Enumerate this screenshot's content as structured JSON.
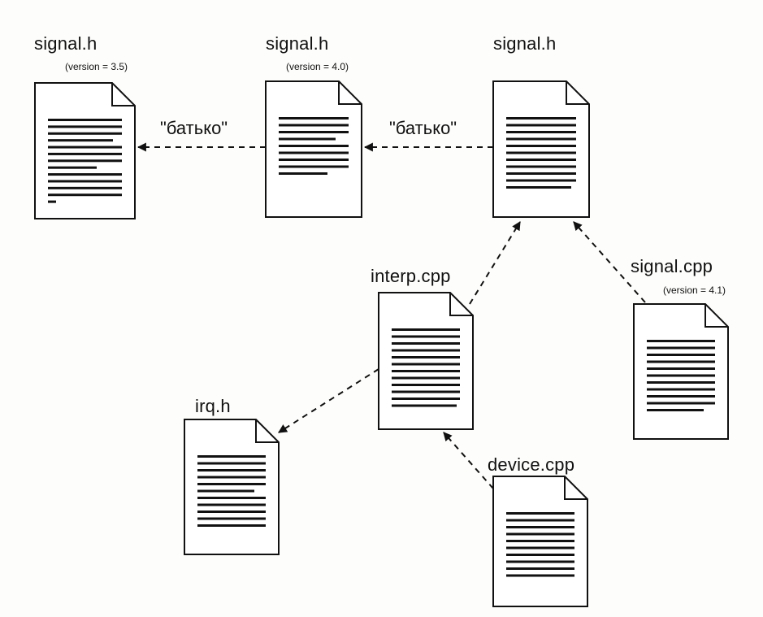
{
  "nodes": [
    {
      "id": "signal-h-35",
      "label": "signal.h",
      "version": "(version = 3.5)"
    },
    {
      "id": "signal-h-40",
      "label": "signal.h",
      "version": "(version = 4.0)"
    },
    {
      "id": "signal-h-new",
      "label": "signal.h"
    },
    {
      "id": "interp-cpp",
      "label": "interp.cpp"
    },
    {
      "id": "signal-cpp",
      "label": "signal.cpp",
      "version": "(version = 4.1)"
    },
    {
      "id": "irq-h",
      "label": "irq.h"
    },
    {
      "id": "device-cpp",
      "label": "device.cpp"
    }
  ],
  "relations": {
    "parent_label_1": "\"батько\"",
    "parent_label_2": "\"батько\""
  },
  "edges": [
    {
      "from": "signal-h-40",
      "to": "signal-h-35",
      "style": "dashed",
      "label": "\"батько\""
    },
    {
      "from": "signal-h-new",
      "to": "signal-h-40",
      "style": "dashed",
      "label": "\"батько\""
    },
    {
      "from": "interp-cpp",
      "to": "signal-h-new",
      "style": "dashed"
    },
    {
      "from": "signal-cpp",
      "to": "signal-h-new",
      "style": "dashed"
    },
    {
      "from": "interp-cpp",
      "to": "irq-h",
      "style": "dashed"
    },
    {
      "from": "device-cpp",
      "to": "interp-cpp",
      "style": "dashed"
    }
  ],
  "colors": {
    "ink": "#111111",
    "paper": "#ffffff",
    "background": "#fdfdfb"
  }
}
